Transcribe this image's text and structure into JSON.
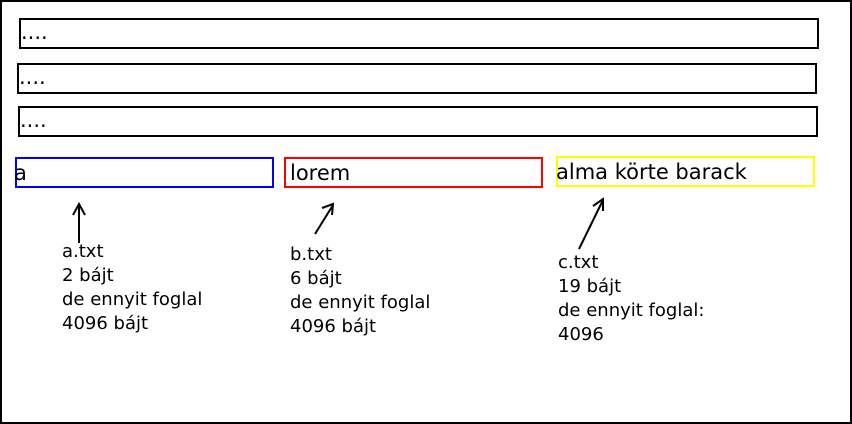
{
  "rows": [
    "....",
    "....",
    "...."
  ],
  "colors": {
    "blue": "#0000ff",
    "red": "#ff0000",
    "yellow": "#ffff00",
    "stroke": "#000000"
  },
  "files": [
    {
      "content": "a",
      "name": "a.txt",
      "size": "2 bájt",
      "note": "de ennyit foglal",
      "alloc": "4096 bájt"
    },
    {
      "content": "lorem",
      "name": "b.txt",
      "size": "6 bájt",
      "note": "de ennyit foglal",
      "alloc": "4096 bájt"
    },
    {
      "content": "alma körte barack",
      "name": "c.txt",
      "size": "19 bájt",
      "note": "de ennyit foglal:",
      "alloc": "4096"
    }
  ]
}
